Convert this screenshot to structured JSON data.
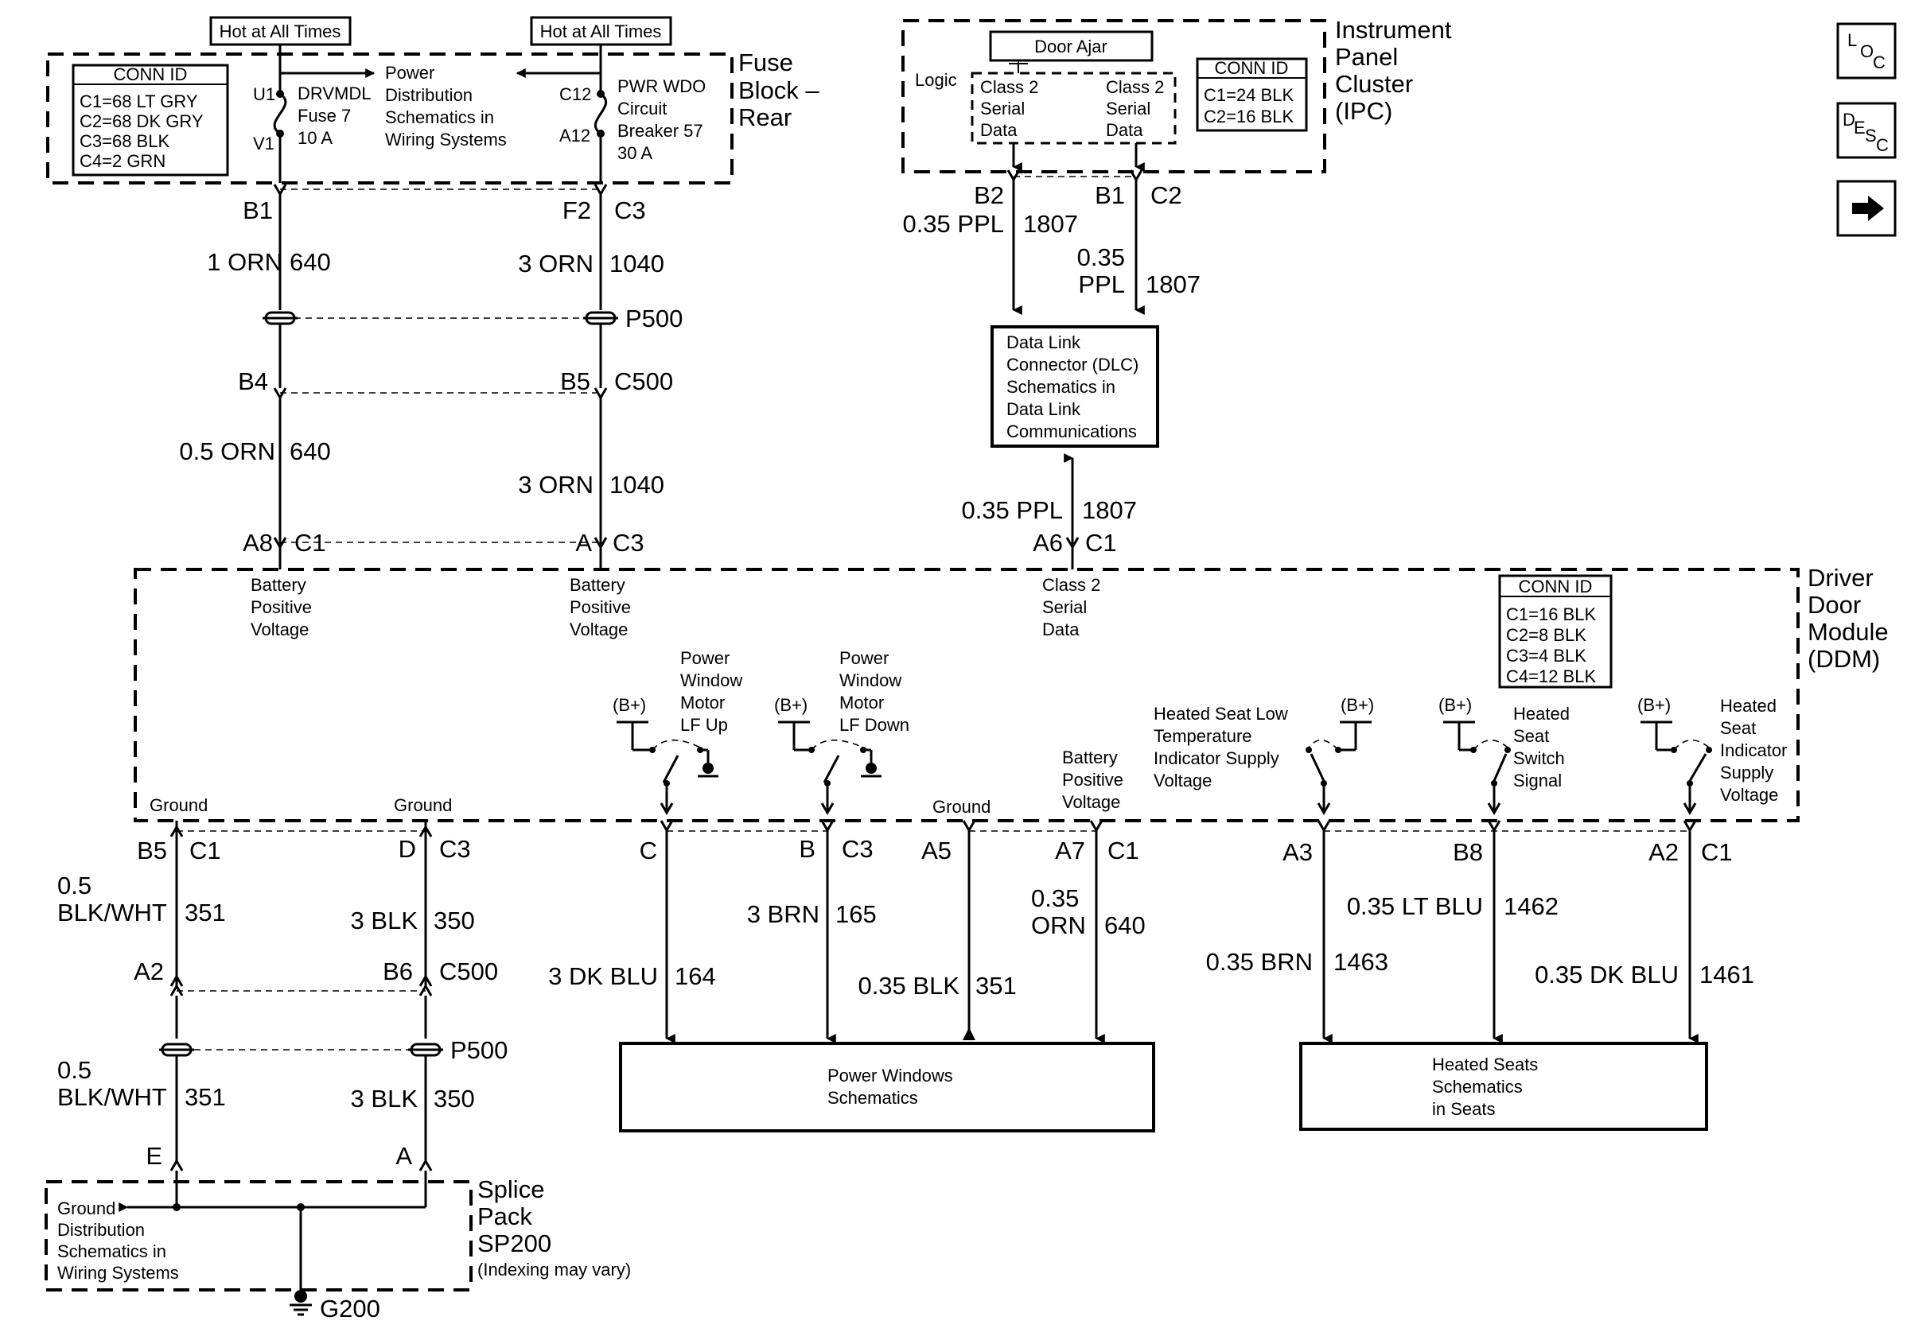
{
  "hot_tags": [
    "Hot at All Times",
    "Hot at All Times"
  ],
  "fuse_block": {
    "title": [
      "Fuse",
      "Block –",
      "Rear"
    ],
    "conn_id": {
      "header": "CONN ID",
      "rows": [
        "C1=68 LT GRY",
        "C2=68 DK GRY",
        "C3=68 BLK",
        "C4=2 GRN"
      ]
    },
    "pins": {
      "u1": "U1",
      "v1": "V1",
      "c12": "C12",
      "a12": "A12"
    },
    "fuse": [
      "DRVMDL",
      "Fuse 7",
      "10 A"
    ],
    "power_dist": [
      "Power",
      "Distribution",
      "Schematics in",
      "Wiring Systems"
    ],
    "breaker": [
      "PWR WDO",
      "Circuit",
      "Breaker 57",
      "30 A"
    ]
  },
  "ipc": {
    "title": [
      "Instrument",
      "Panel",
      "Cluster",
      "(IPC)"
    ],
    "door_ajar": "Door Ajar",
    "logic": "Logic",
    "serial_left": [
      "Class 2",
      "Serial",
      "Data"
    ],
    "serial_right": [
      "Class 2",
      "Serial",
      "Data"
    ],
    "conn_id": {
      "header": "CONN ID",
      "rows": [
        "C1=24 BLK",
        "C2=16 BLK"
      ]
    }
  },
  "dlc": [
    "Data Link",
    "Connector (DLC)",
    "Schematics in",
    "Data Link",
    "Communications"
  ],
  "ddm": {
    "title": [
      "Driver",
      "Door",
      "Module",
      "(DDM)"
    ],
    "conn_id": {
      "header": "CONN ID",
      "rows": [
        "C1=16 BLK",
        "C2=8 BLK",
        "C3=4 BLK",
        "C4=12 BLK"
      ]
    },
    "bpv_left": [
      "Battery",
      "Positive",
      "Voltage"
    ],
    "bpv_mid": [
      "Battery",
      "Positive",
      "Voltage"
    ],
    "class2": [
      "Class 2",
      "Serial",
      "Data"
    ],
    "pw_up": [
      "Power",
      "Window",
      "Motor",
      "LF Up"
    ],
    "pw_down": [
      "Power",
      "Window",
      "Motor",
      "LF Down"
    ],
    "bplus": [
      "(B+)",
      "(B+)",
      "(B+)",
      "(B+)",
      "(B+)"
    ],
    "heated_low": [
      "Heated Seat Low",
      "Temperature",
      "Indicator Supply",
      "Voltage"
    ],
    "heated_switch": [
      "Heated",
      "Seat",
      "Switch",
      "Signal"
    ],
    "heated_indicator": [
      "Heated",
      "Seat",
      "Indicator",
      "Supply",
      "Voltage"
    ],
    "bpv_lower": [
      "Battery",
      "Positive",
      "Voltage"
    ],
    "ground_1": "Ground",
    "ground_2": "Ground",
    "ground_3": "Ground"
  },
  "connectors": {
    "b1": "B1",
    "f2": "F2",
    "c3_top": "C3",
    "p500_top": "P500",
    "b4": "B4",
    "b5_top": "B5",
    "c500_top": "C500",
    "a8": "A8",
    "c1_a8": "C1",
    "a": "A",
    "c3_a": "C3",
    "b2": "B2",
    "b1_ipc": "B1",
    "c2_ipc": "C2",
    "a6": "A6",
    "c1_a6": "C1",
    "b5_low": "B5",
    "c1_b5": "C1",
    "d": "D",
    "c3_d": "C3",
    "c_pin": "C",
    "b_pin": "B",
    "c3_b": "C3",
    "a5": "A5",
    "a7": "A7",
    "c1_a7": "C1",
    "a3": "A3",
    "b8": "B8",
    "a2_top": "A2",
    "c1_a2": "C1",
    "a2_low": "A2",
    "b6": "B6",
    "c500_low": "C500",
    "p500_low": "P500",
    "e": "E",
    "a_splice": "A"
  },
  "wires": {
    "w640_a": [
      "1 ORN",
      "640"
    ],
    "w1040_a": [
      "3 ORN",
      "1040"
    ],
    "w640_b": [
      "0.5 ORN",
      "640"
    ],
    "w1040_b": [
      "3 ORN",
      "1040"
    ],
    "w1807_a": [
      "0.35 PPL",
      "1807"
    ],
    "w1807_b": [
      "0.35",
      "PPL",
      "1807"
    ],
    "w1807_c": [
      "0.35 PPL",
      "1807"
    ],
    "w351_a": [
      "0.5",
      "BLK/WHT",
      "351"
    ],
    "w350_a": [
      "3 BLK",
      "350"
    ],
    "w164": [
      "3 DK BLU",
      "164"
    ],
    "w165": [
      "3 BRN",
      "165"
    ],
    "w351_c": [
      "0.35 BLK",
      "351"
    ],
    "w640_c": [
      "0.35",
      "ORN",
      "640"
    ],
    "w1462": [
      "0.35 LT BLU",
      "1462"
    ],
    "w1463": [
      "0.35 BRN",
      "1463"
    ],
    "w1461": [
      "0.35 DK BLU",
      "1461"
    ],
    "w351_b": [
      "0.5",
      "BLK/WHT",
      "351"
    ],
    "w350_b": [
      "3 BLK",
      "350"
    ]
  },
  "power_windows": [
    "Power Windows",
    "Schematics"
  ],
  "heated_seats": [
    "Heated Seats",
    "Schematics",
    "in Seats"
  ],
  "splice": {
    "title": [
      "Splice",
      "Pack",
      "SP200"
    ],
    "note": "(Indexing may vary)",
    "ground_dist": [
      "Ground",
      "Distribution",
      "Schematics in",
      "Wiring Systems"
    ],
    "g200": "G200"
  },
  "nav": {
    "loc": [
      "L",
      "O",
      "C"
    ],
    "desc": [
      "D",
      "E",
      "S",
      "C"
    ],
    "next_icon": "arrow-right-icon"
  }
}
